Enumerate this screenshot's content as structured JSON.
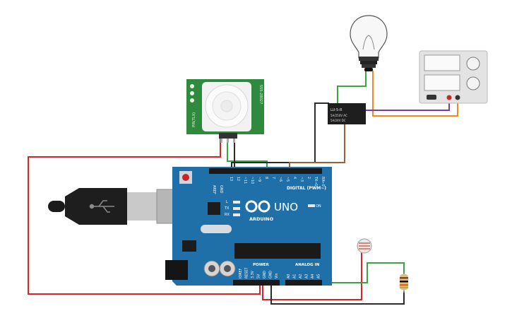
{
  "colors": {
    "wire_red": "#d8232a",
    "wire_green": "#3aa346",
    "wire_black": "#2b2b2b",
    "wire_brown": "#9a6232",
    "wire_orange": "#f08a24",
    "wire_purple": "#7d3c98",
    "board_blue": "#1f6fa8",
    "pir_green": "#2e8b3e"
  },
  "arduino": {
    "logo_label": "ARDUINO",
    "model_label": "UNO",
    "on_label": "ON",
    "digital_label": "DIGITAL (PWM~)",
    "power_label": "POWER",
    "analog_label": "ANALOG IN",
    "aref_label": "AREF",
    "gnd_label": "GND",
    "led_l": "L",
    "led_tx": "TX",
    "led_rx": "RX",
    "digital_pins": [
      "13",
      "12",
      "~11",
      "~10",
      "~9",
      "8",
      "7",
      "~6",
      "~5",
      "4",
      "~3",
      "2",
      "TX→1",
      "RX←0"
    ],
    "power_pins": [
      "IOREF",
      "RESET",
      "3.3V",
      "5V",
      "GND",
      "GND",
      "Vin"
    ],
    "analog_pins": [
      "A0",
      "A1",
      "A2",
      "A3",
      "A4",
      "A5"
    ]
  },
  "pir": {
    "side_text_left": "PIR(TLX)",
    "side_text_right": "555-28027"
  },
  "relay": {
    "line1": "LU-5-R",
    "line2": "5A/250V AC",
    "line3": "5A/24V DC"
  },
  "icons": {
    "usb": "usb-icon",
    "bulb": "light-bulb-icon",
    "power_supply": "power-supply-icon",
    "resistor": "resistor-icon",
    "photoresistor": "photoresistor-icon"
  }
}
